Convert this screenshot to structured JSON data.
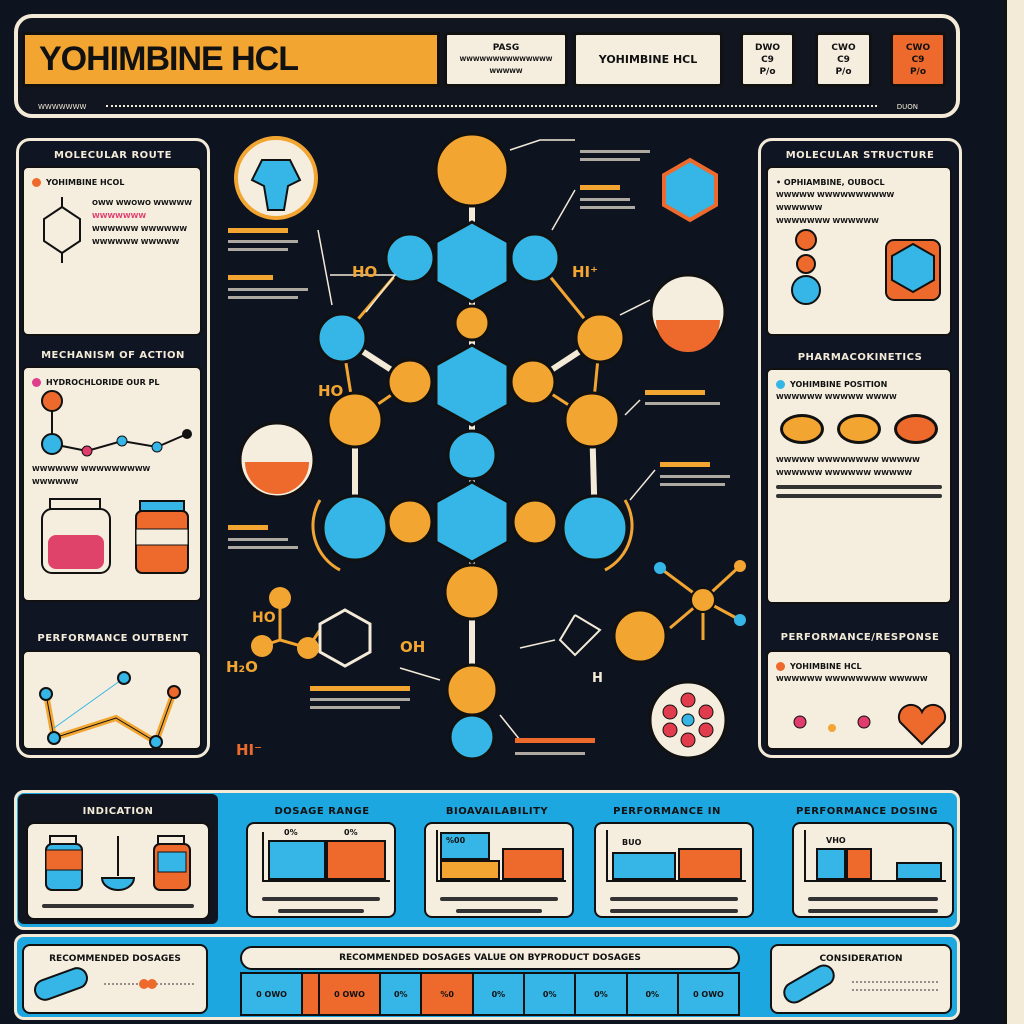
{
  "header": {
    "title": "YOHIMBINE HCL",
    "box1": {
      "line1": "PASG",
      "line2": "WWWWWWWWWWWWWW",
      "line3": "WWWWW"
    },
    "box2": "YOHIMBINE HCL",
    "box3": {
      "l1": "DWO",
      "l2": "C9",
      "l3": "P/o"
    },
    "box4": {
      "l1": "CWO",
      "l2": "C9",
      "l3": "P/o"
    },
    "box5": {
      "l1": "CWO",
      "l2": "C9",
      "l3": "P/o"
    },
    "footer_left": "WWWWWWW",
    "footer_right": "DUON"
  },
  "colors": {
    "background": "#0e1320",
    "orange": "#f2a531",
    "red_orange": "#ee6a2c",
    "cyan": "#35b6e6",
    "cream": "#f5eedf"
  },
  "left": [
    {
      "title": "MOLECULAR ROUTE",
      "heading": "YOHIMBINE HCOL",
      "items": [
        "OWW WWOWO WWWWW",
        "WWWWWWW",
        "WWWWWW WWWWWW",
        "WWWWWW WWWWW"
      ]
    },
    {
      "title": "MECHANISM OF ACTION",
      "heading": "HYDROCHLORIDE OUR PL",
      "items": [
        "WWWWWW WWWWWWWW",
        "WWWWWW WWWWWWWWW WWWWWW"
      ]
    },
    {
      "title": "PERFORMANCE OUTBENT",
      "heading": ""
    }
  ],
  "right": [
    {
      "title": "MOLECULAR STRUCTURE",
      "heading": "OPHIAMBINE, OUBOCL",
      "items": [
        "WWWWW WWWWWWWWWW WWWWWW",
        "WWWWWWW WWWWWW"
      ]
    },
    {
      "title": "PHARMACOKINETICS",
      "heading": "YOHIMBINE POSITION",
      "items": [
        "WWWWWW WWWWW WWWW",
        "WWWWW WWWWWWWW WWWWW",
        "WWWWWW WWWWWW WWWWW"
      ]
    },
    {
      "title": "PERFORMANCE/RESPONSE",
      "heading": "YOHIMBINE HCL",
      "items": [
        "WWWWWW WWWWWWWW WWWWW"
      ]
    }
  ],
  "molecule_labels": {
    "ho1": "HO",
    "hi1": "HI⁺",
    "ho2": "HO",
    "ho3": "HO",
    "h2o": "H₂O",
    "oh": "OH",
    "hi2": "HI⁻",
    "h": "H"
  },
  "bottom": {
    "cards": [
      {
        "title": "INDICATION"
      },
      {
        "title": "DOSAGE RANGE",
        "labels": [
          "0%",
          "0%"
        ]
      },
      {
        "title": "BIOAVAILABILITY",
        "labels": [
          "%00"
        ]
      },
      {
        "title": "PERFORMANCE IN",
        "labels": [
          "BUO"
        ]
      },
      {
        "title": "PERFORMANCE DOSING",
        "labels": [
          "VHO"
        ]
      }
    ],
    "recommended": {
      "title": "RECOMMENDED DOSAGES"
    },
    "table": {
      "title": "RECOMMENDED DOSAGES VALUE ON BYPRODUCT DOSAGES",
      "cells": [
        "0 OWO",
        "0 OWO",
        "0%",
        "%0",
        "0%",
        "0%",
        "0%",
        "0%",
        "0 OWO"
      ]
    },
    "consideration": {
      "title": "CONSIDERATION"
    }
  }
}
